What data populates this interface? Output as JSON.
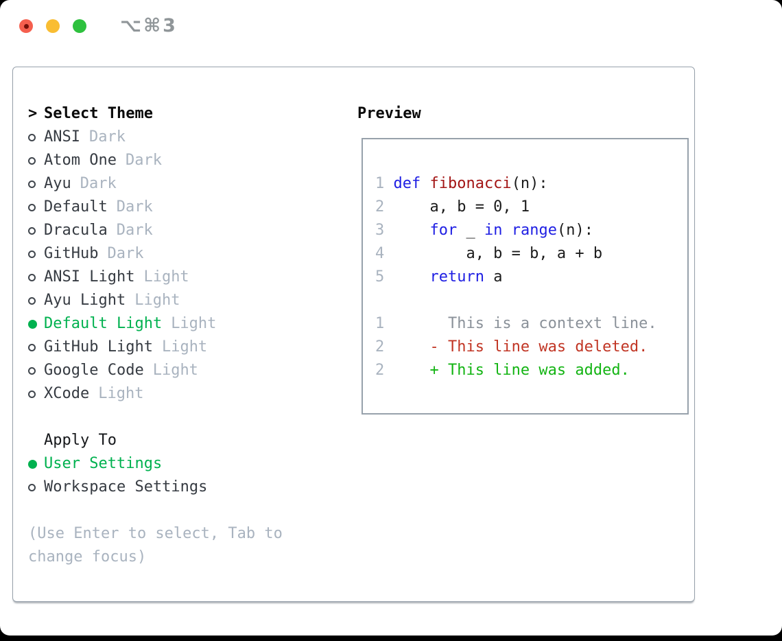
{
  "titlebar": {
    "shortcut": "⌥⌘3"
  },
  "left": {
    "header": {
      "cursor": ">",
      "label": "Select Theme"
    },
    "themes": [
      {
        "name": "ANSI",
        "tag": "Dark",
        "selected": false
      },
      {
        "name": "Atom One",
        "tag": "Dark",
        "selected": false
      },
      {
        "name": "Ayu",
        "tag": "Dark",
        "selected": false
      },
      {
        "name": "Default",
        "tag": "Dark",
        "selected": false
      },
      {
        "name": "Dracula",
        "tag": "Dark",
        "selected": false
      },
      {
        "name": "GitHub",
        "tag": "Dark",
        "selected": false
      },
      {
        "name": "ANSI Light",
        "tag": "Light",
        "selected": false
      },
      {
        "name": "Ayu Light",
        "tag": "Light",
        "selected": false
      },
      {
        "name": "Default Light",
        "tag": "Light",
        "selected": true
      },
      {
        "name": "GitHub Light",
        "tag": "Light",
        "selected": false
      },
      {
        "name": "Google Code",
        "tag": "Light",
        "selected": false
      },
      {
        "name": "XCode",
        "tag": "Light",
        "selected": false
      }
    ],
    "apply_to": {
      "label": "Apply To",
      "options": [
        {
          "label": "User Settings",
          "selected": true
        },
        {
          "label": "Workspace Settings",
          "selected": false
        }
      ]
    },
    "hint": "(Use Enter to select, Tab to change focus)"
  },
  "preview": {
    "title": "Preview",
    "lines": [
      {
        "num": "1",
        "segments": [
          {
            "text": "def ",
            "style": "keyword"
          },
          {
            "text": "fibonacci",
            "style": "function"
          },
          {
            "text": "(n):",
            "style": "code"
          }
        ]
      },
      {
        "num": "2",
        "segments": [
          {
            "text": "    a, b = 0, 1",
            "style": "code"
          }
        ]
      },
      {
        "num": "3",
        "segments": [
          {
            "text": "    ",
            "style": "code"
          },
          {
            "text": "for",
            "style": "keyword"
          },
          {
            "text": " _ ",
            "style": "code"
          },
          {
            "text": "in",
            "style": "keyword"
          },
          {
            "text": " ",
            "style": "code"
          },
          {
            "text": "range",
            "style": "keyword"
          },
          {
            "text": "(n):",
            "style": "code"
          }
        ]
      },
      {
        "num": "4",
        "segments": [
          {
            "text": "        a, b = b, a + b",
            "style": "code"
          }
        ]
      },
      {
        "num": "5",
        "segments": [
          {
            "text": "    ",
            "style": "code"
          },
          {
            "text": "return",
            "style": "keyword"
          },
          {
            "text": " a",
            "style": "code"
          }
        ]
      },
      {
        "num": "",
        "segments": []
      },
      {
        "num": "1",
        "segments": [
          {
            "text": "      This is a context line.",
            "style": "context"
          }
        ]
      },
      {
        "num": "2",
        "segments": [
          {
            "text": "    - This line was deleted.",
            "style": "deleted"
          }
        ]
      },
      {
        "num": "2",
        "segments": [
          {
            "text": "    + This line was added.",
            "style": "added"
          }
        ]
      }
    ]
  },
  "colors": {
    "accent": "#00b14f",
    "keyword": "#1e1ee3",
    "function": "#a31515",
    "deleted": "#c13524",
    "added": "#13b413",
    "muted": "#a9b3bf",
    "context": "#8a9199",
    "text": "#363b42",
    "heading": "#0a0a0a",
    "border": "#97a1ab",
    "line_number": "#a9b3bf",
    "close_red": "#f55f4e",
    "minimize_yellow": "#f9bd32",
    "maximize_green": "#2ec13e",
    "shortcut_gray": "#909699"
  }
}
